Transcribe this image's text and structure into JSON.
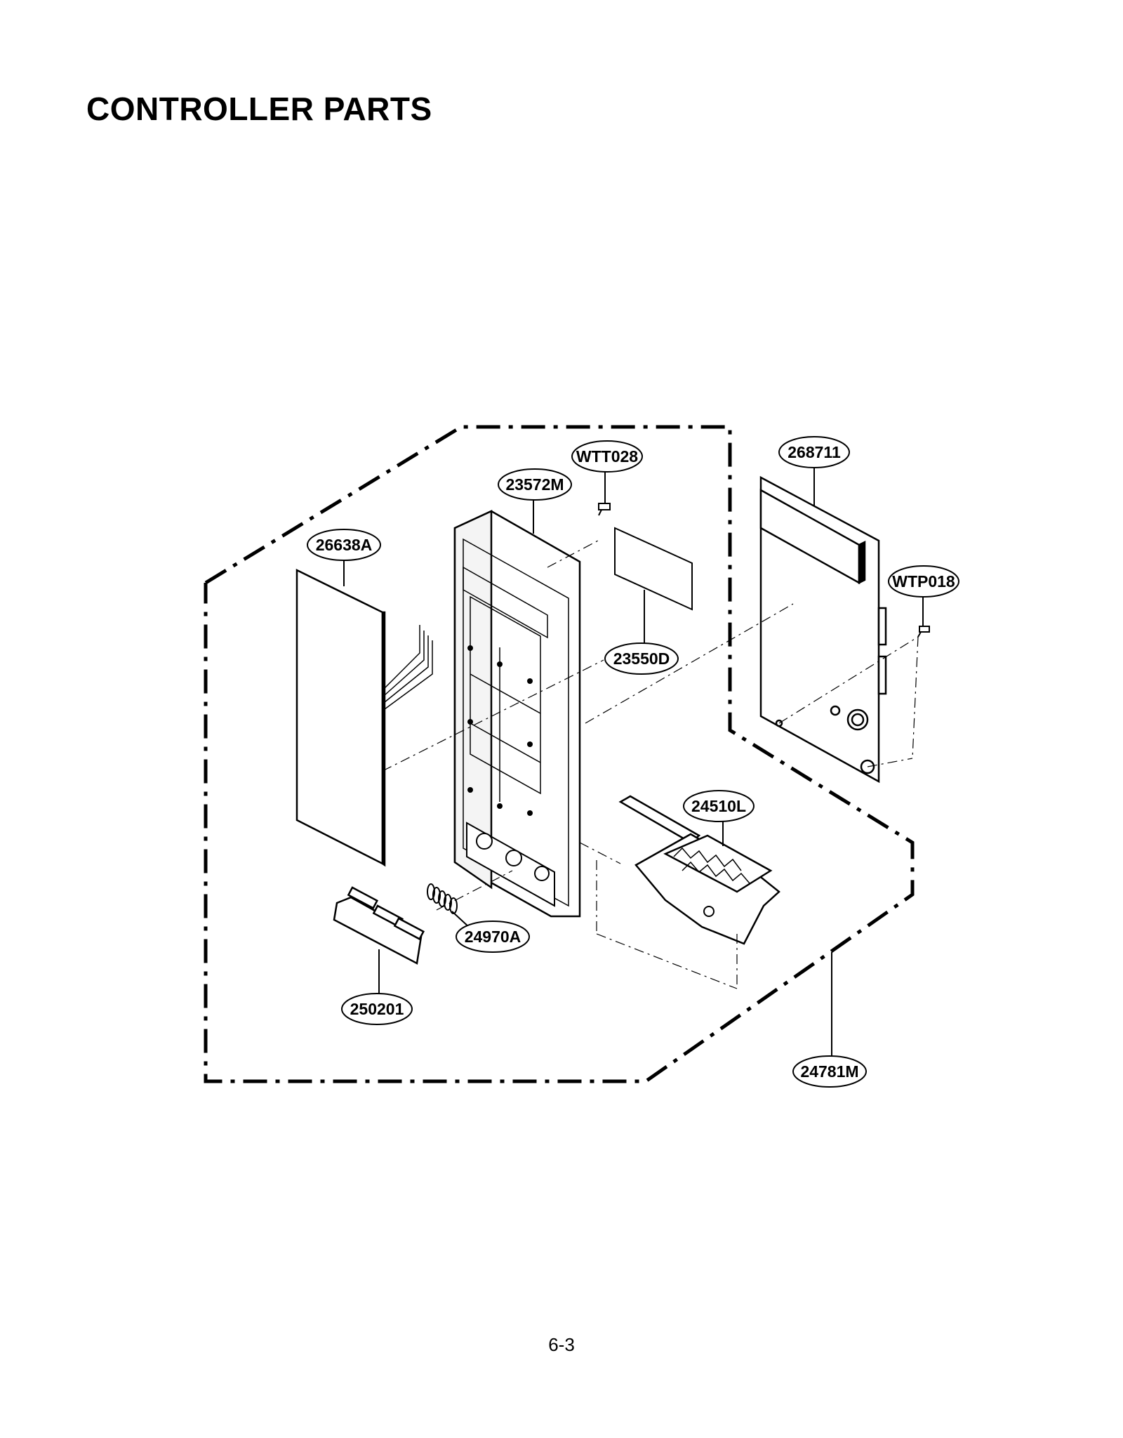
{
  "page": {
    "title": "CONTROLLER PARTS",
    "page_number": "6-3"
  },
  "callouts": [
    {
      "id": "WTT028"
    },
    {
      "id": "23572M"
    },
    {
      "id": "268711"
    },
    {
      "id": "26638A"
    },
    {
      "id": "WTP018"
    },
    {
      "id": "23550D"
    },
    {
      "id": "24510L"
    },
    {
      "id": "24970A"
    },
    {
      "id": "250201"
    },
    {
      "id": "24781M"
    }
  ]
}
